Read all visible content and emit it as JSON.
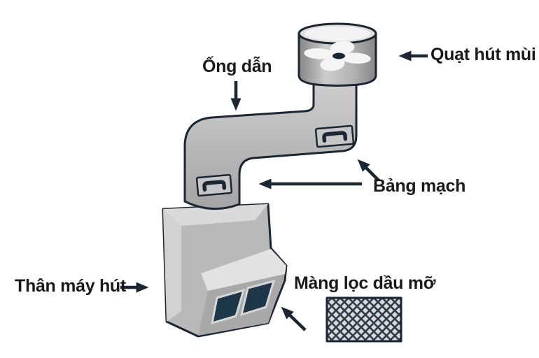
{
  "diagram": {
    "labels": {
      "duct": "Ống dẫn",
      "exhaust_fan": "Quạt hút mùi",
      "circuit_board": "Bảng mạch",
      "hood_body": "Thân máy hút",
      "grease_filter": "Màng lọc dầu mỡ"
    },
    "colors": {
      "background": "#ffffff",
      "outline": "#1a2733",
      "text": "#1a1a1a",
      "metal_light": "#dcdcdc",
      "metal_mid": "#b9b9b9",
      "metal_dark": "#9a9a9a",
      "metal_highlight": "#f2f2f2",
      "panel_navy": "#1c3747",
      "mesh_cell": "#d9d9d9"
    },
    "parts": [
      {
        "id": "fan-unit",
        "label_key": "exhaust_fan"
      },
      {
        "id": "duct-pipe",
        "label_key": "duct"
      },
      {
        "id": "circuit-boards",
        "label_key": "circuit_board"
      },
      {
        "id": "hood-body",
        "label_key": "hood_body"
      },
      {
        "id": "mesh-filter",
        "label_key": "grease_filter"
      }
    ]
  }
}
